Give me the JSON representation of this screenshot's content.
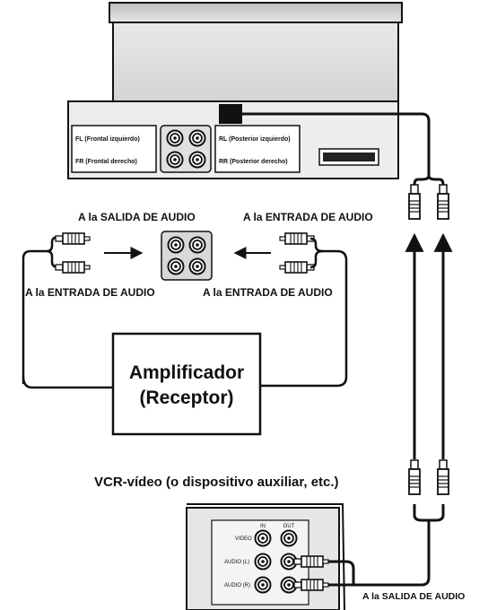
{
  "labels": {
    "fl": "FL (Frontal izquierdo)",
    "fr": "FR (Frontal derecho)",
    "rl": "RL (Posterior izquierdo)",
    "rr": "RR (Posterior derecho)",
    "salida_top": "A la SALIDA DE AUDIO",
    "entrada_top": "A la ENTRADA DE AUDIO",
    "entrada_left": "A la ENTRADA DE AUDIO",
    "entrada_right": "A la ENTRADA DE AUDIO",
    "amp_line1": "Amplificador",
    "amp_line2": "(Receptor)",
    "vcr_title": "VCR-vídeo (o dispositivo auxiliar, etc.)",
    "vcr_in": "IN",
    "vcr_out": "OUT",
    "vcr_video": "VIDEO",
    "vcr_audio_l": "AUDIO (L)",
    "vcr_audio_r": "AUDIO (R)",
    "salida_bottom": "A la SALIDA DE AUDIO"
  }
}
